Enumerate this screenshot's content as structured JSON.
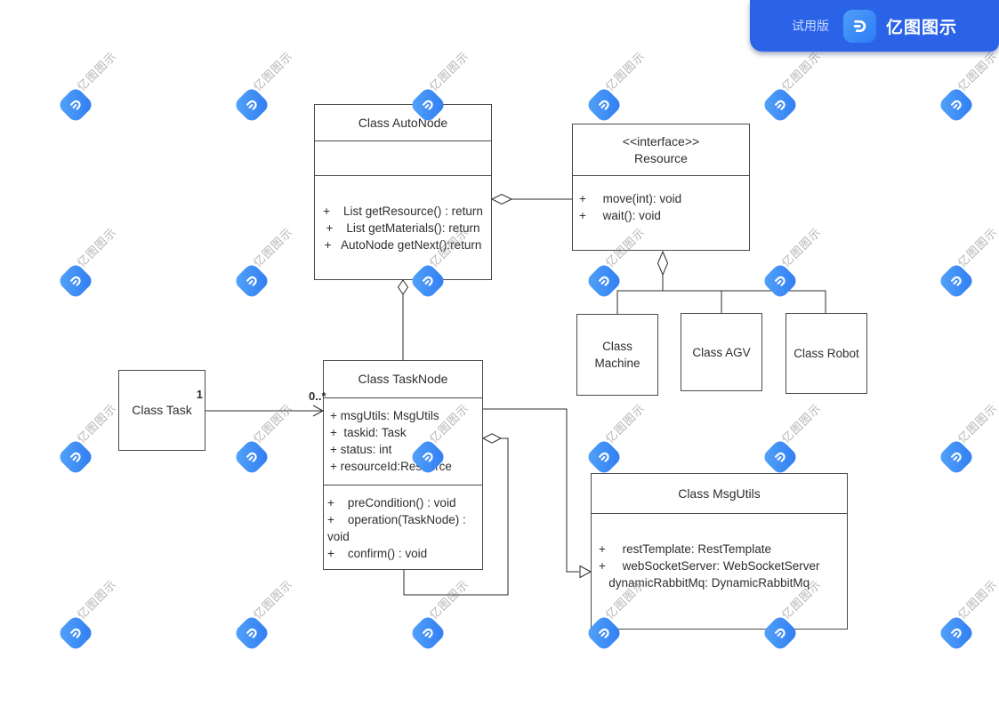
{
  "app": {
    "trial_badge": {
      "trial_label": "试用版",
      "brand_name": "亿图图示"
    },
    "watermark_label": "亿图图示"
  },
  "diagram": {
    "autonode": {
      "title": "Class AutoNode",
      "methods": [
        "+    List getResource() : return",
        "+    List getMaterials(): return",
        "+   AutoNode getNext():return"
      ]
    },
    "resource": {
      "stereotype": "<<interface>>",
      "title": "Resource",
      "methods": [
        "+     move(int): void",
        "+     wait(): void"
      ]
    },
    "machine": {
      "title": "Class Machine"
    },
    "agv": {
      "title": "Class AGV"
    },
    "robot": {
      "title": "Class Robot"
    },
    "task": {
      "title": "Class Task"
    },
    "tasknode": {
      "title": "Class TaskNode",
      "attributes": [
        "+ msgUtils: MsgUtils",
        "+  taskid: Task",
        "+ status: int",
        "+ resourceId:Resource"
      ],
      "methods": [
        "+    preCondition() : void",
        "+    operation(TaskNode) :",
        "void",
        "+    confirm() : void"
      ]
    },
    "msgutils": {
      "title": "Class MsgUtils",
      "attributes": [
        "+     restTemplate: RestTemplate",
        "+     webSocketServer: WebSocketServer",
        "   dynamicRabbitMq: DynamicRabbitMq"
      ]
    },
    "associations": {
      "task_to_tasknode": {
        "source_multiplicity": "1",
        "target_multiplicity": "0..*"
      }
    }
  },
  "colors": {
    "badge_bg": "#2b63e8",
    "logo_blue_light": "#4f9ff9",
    "logo_blue_dark": "#2d7bf4",
    "watermark_text_gray": "#8a8a8a",
    "line_color": "#2b2b2b"
  }
}
